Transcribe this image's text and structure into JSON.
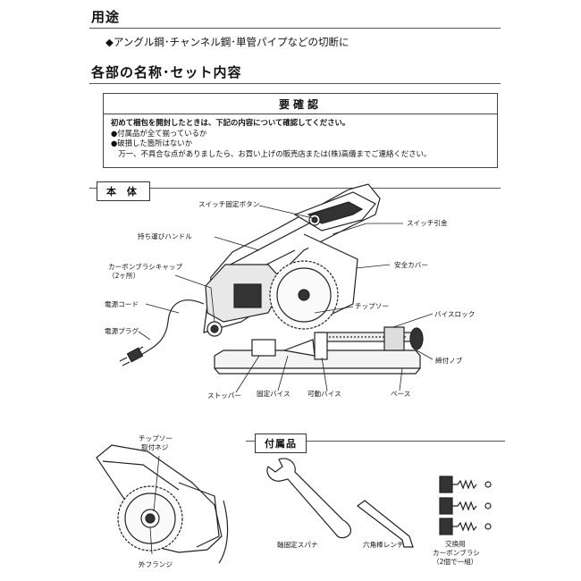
{
  "section_usage": {
    "title": "用途",
    "bullet": "◆アングル鋼･チャンネル鋼･単管パイプなどの切断に"
  },
  "section_parts": {
    "title": "各部の名称･セット内容"
  },
  "notice": {
    "title": "要確認",
    "lines": [
      "初めて梱包を開封したときは、下記の内容について確認してください。",
      "●付属品が全て揃っているか",
      "●破損した箇所はないか",
      "　万一、不具合な点がありましたら、お買い上げの販売店または(株)高儀までご連絡ください。"
    ]
  },
  "main_body": {
    "tag": "本 体",
    "labels": {
      "switch_lock": "スイッチ固定ボタン",
      "switch_trigger": "スイッチ引金",
      "carry_handle": "持ち運びハンドル",
      "safety_cover": "安全カバー",
      "brush_cap": "カーボンブラシキャップ",
      "brush_cap_note": "（2ヶ所）",
      "tip_saw": "チップソー",
      "power_cord": "電源コード",
      "vise_lock": "バイスロック",
      "power_plug": "電源プラグ",
      "tighten_knob": "締付ノブ",
      "stopper": "ストッパー",
      "fixed_vise": "固定バイス",
      "movable_vise": "可動バイス",
      "base": "ベース"
    }
  },
  "blade_detail": {
    "screw_label_1": "チップソー",
    "screw_label_2": "取付ネジ",
    "flange_label": "外フランジ"
  },
  "accessories": {
    "tag": "付属品",
    "spanner": "軸固定スパナ",
    "hex_wrench": "六角棒レンチ",
    "brush_1": "交換用",
    "brush_2": "カーボンブラシ",
    "brush_3": "（2個で一組）"
  }
}
